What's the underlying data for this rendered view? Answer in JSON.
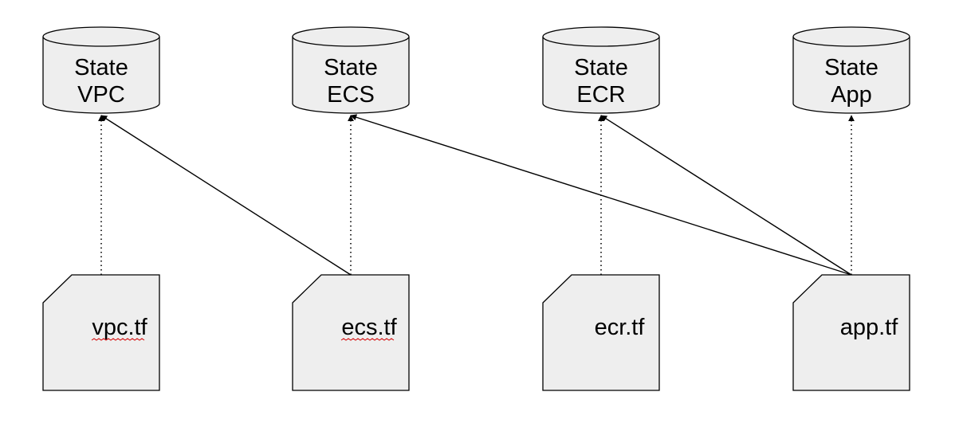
{
  "colors": {
    "shape_fill": "#eeeeee",
    "stroke": "#000000",
    "spellcheck_underline": "#d40000"
  },
  "states": [
    {
      "line1": "State",
      "line2": "VPC"
    },
    {
      "line1": "State",
      "line2": "ECS"
    },
    {
      "line1": "State",
      "line2": "ECR"
    },
    {
      "line1": "State",
      "line2": "App"
    }
  ],
  "files": [
    {
      "label": "vpc.tf",
      "spell_flagged": true
    },
    {
      "label": "ecs.tf",
      "spell_flagged": true
    },
    {
      "label": "ecr.tf",
      "spell_flagged": false
    },
    {
      "label": "app.tf",
      "spell_flagged": false
    }
  ],
  "edges": [
    {
      "from": "vpc.tf",
      "to": "State VPC",
      "style": "dotted"
    },
    {
      "from": "ecs.tf",
      "to": "State ECS",
      "style": "dotted"
    },
    {
      "from": "ecr.tf",
      "to": "State ECR",
      "style": "dotted"
    },
    {
      "from": "app.tf",
      "to": "State App",
      "style": "dotted"
    },
    {
      "from": "ecs.tf",
      "to": "State VPC",
      "style": "solid"
    },
    {
      "from": "app.tf",
      "to": "State ECS",
      "style": "solid"
    },
    {
      "from": "app.tf",
      "to": "State ECR",
      "style": "solid"
    }
  ]
}
